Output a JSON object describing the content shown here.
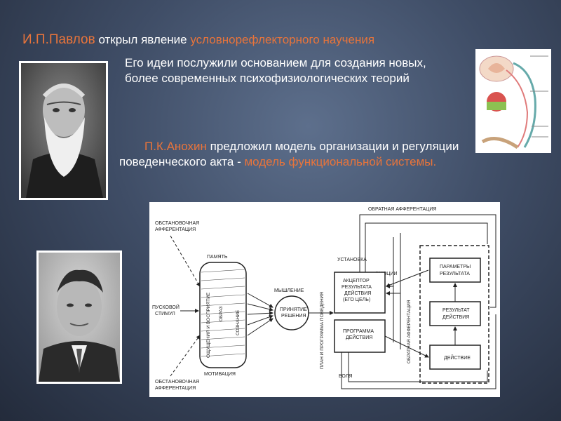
{
  "slide": {
    "line1": {
      "name": "И.П.Павлов",
      "text": " открыл явление ",
      "highlight": "условнорефлекторного научения"
    },
    "paragraph1": "Его идеи послужили основанием для создания новых, более современных психофизиологических теорий",
    "paragraph2": {
      "name": "П.К.Анохин",
      "text": " предложил модель организации и регуляции поведенческого акта - ",
      "highlight": "модель функциональной системы."
    }
  },
  "diagram": {
    "labels": {
      "env_top": [
        "ОБСТАНОВОЧНАЯ",
        "АФФЕРЕНТАЦИЯ"
      ],
      "env_bottom": [
        "ОБСТАНОВОЧНАЯ",
        "АФФЕРЕНТАЦИЯ"
      ],
      "trigger": [
        "ПУСКОВОЙ",
        "СТИМУЛ"
      ],
      "memory": "ПАМЯТЬ",
      "motivation": "МОТИВАЦИЯ",
      "sensation": "ОЩУЩЕНИЯ И ВОСПРИЯТИЕ",
      "image": "ОБРАЗ",
      "consciousness": "СОЗНАНИЕ",
      "thinking": "МЫШЛЕНИЕ",
      "decision": [
        "ПРИНЯТИЕ",
        "РЕШЕНИЯ"
      ],
      "plan": "ПЛАН И ПРОГРАММА ПОВЕДЕНИЯ",
      "setting": "УСТАНОВКА",
      "emotions": "ЭМОЦИИ",
      "acceptor": [
        "АКЦЕПТОР",
        "РЕЗУЛЬТАТА",
        "ДЕЙСТВИЯ",
        "(ЕГО ЦЕЛЬ)"
      ],
      "program": [
        "ПРОГРАММА",
        "ДЕЙСТВИЯ"
      ],
      "will": "ВОЛЯ",
      "feedback_top": "ОБРАТНАЯ АФФЕРЕНТАЦИЯ",
      "feedback_side": "ОБРАТНАЯ АФФЕРЕНТАЦИЯ",
      "params": [
        "ПАРАМЕТРЫ",
        "РЕЗУЛЬТАТА"
      ],
      "result": [
        "РЕЗУЛЬТАТ",
        "ДЕЙСТВИЯ"
      ],
      "action": "ДЕЙСТВИЕ"
    }
  }
}
